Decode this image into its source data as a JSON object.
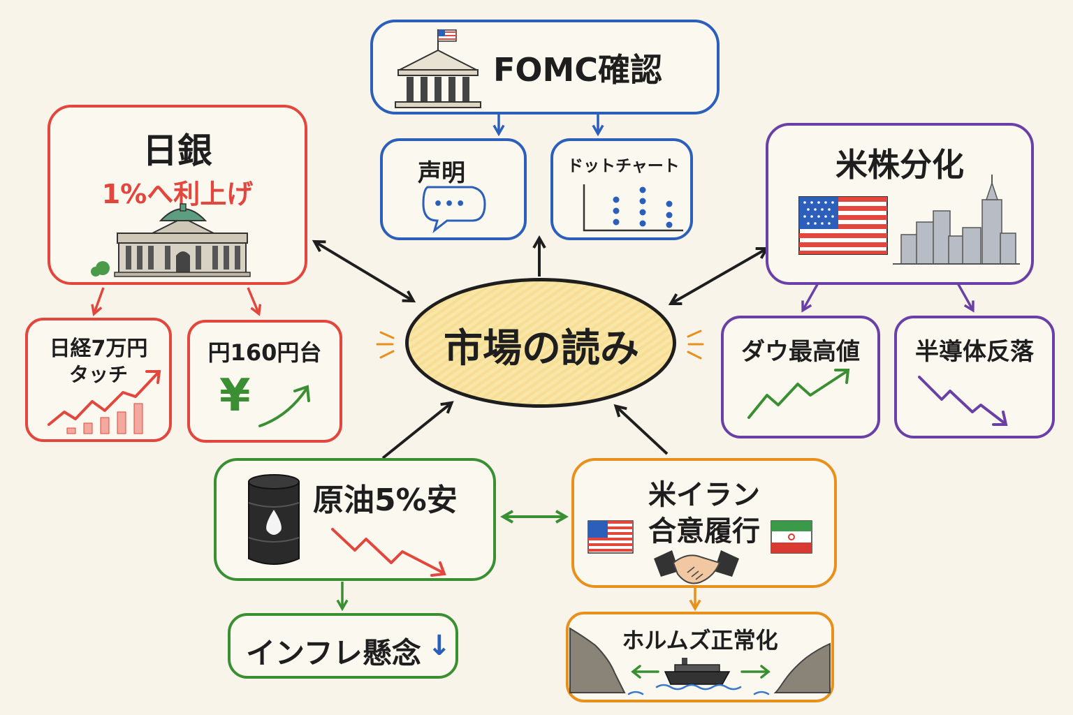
{
  "center": {
    "title": "市場の読み"
  },
  "boj": {
    "title": "日銀",
    "subtitle": "1%へ利上げ",
    "nikkei": {
      "line1": "日経7万円",
      "line2": "タッチ"
    },
    "yen": {
      "title": "円160円台",
      "symbol": "¥"
    }
  },
  "fomc": {
    "title": "FOMC確認",
    "statement": "声明",
    "statement_bubble": "•••",
    "dot_chart": "ドットチャート"
  },
  "us_stocks": {
    "title": "米株分化",
    "dow": "ダウ最高値",
    "semis": "半導体反落"
  },
  "oil": {
    "title": "原油5%安",
    "inflation": "インフレ懸念",
    "inflation_arrow": "↓"
  },
  "us_iran": {
    "title_line1": "米イラン",
    "title_line2": "合意履行",
    "hormuz": "ホルムズ正常化"
  },
  "colors": {
    "boj": "#e2463c",
    "fomc": "#2b5fba",
    "us_stocks": "#6a3fa6",
    "oil": "#3a8f32",
    "us_iran": "#e8901c",
    "center_fill": "#f8e6a8"
  },
  "icons": [
    "bank-of-japan-building-icon",
    "fed-building-icon",
    "speech-bubble-icon",
    "dot-plot-icon",
    "us-flag-icon",
    "skyline-icon",
    "oil-barrel-icon",
    "iran-flag-icon",
    "handshake-icon",
    "ship-icon"
  ]
}
